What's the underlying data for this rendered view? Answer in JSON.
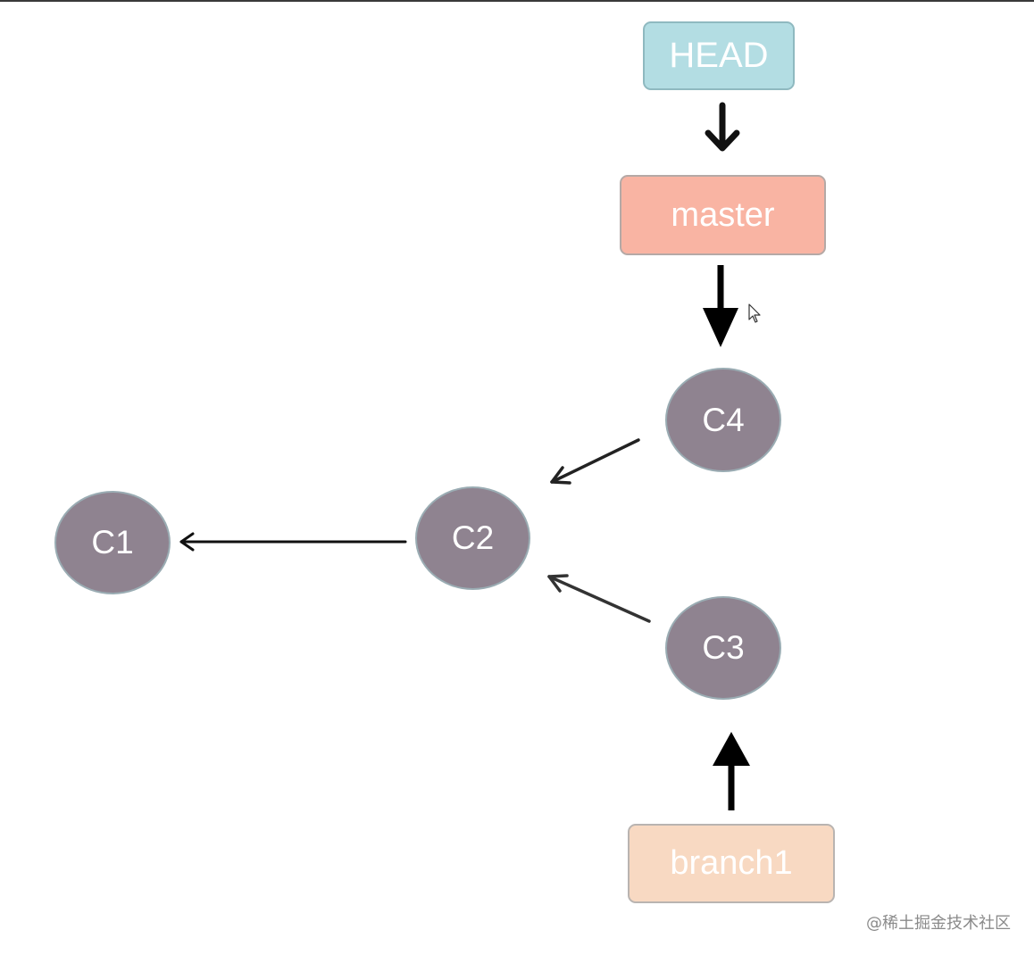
{
  "refs": {
    "head": "HEAD",
    "master": "master",
    "branch1": "branch1"
  },
  "commits": {
    "c1": "C1",
    "c2": "C2",
    "c3": "C3",
    "c4": "C4"
  },
  "edges": [
    {
      "from": "HEAD",
      "to": "master"
    },
    {
      "from": "master",
      "to": "C4"
    },
    {
      "from": "C4",
      "to": "C2"
    },
    {
      "from": "C3",
      "to": "C2"
    },
    {
      "from": "C2",
      "to": "C1"
    },
    {
      "from": "branch1",
      "to": "C3"
    }
  ],
  "watermark": "@稀土掘金技术社区",
  "colors": {
    "head": "#b3dde3",
    "master": "#f9b4a3",
    "branch1": "#f8d9c2",
    "commit": "#8f8390",
    "arrow": "#111111"
  }
}
